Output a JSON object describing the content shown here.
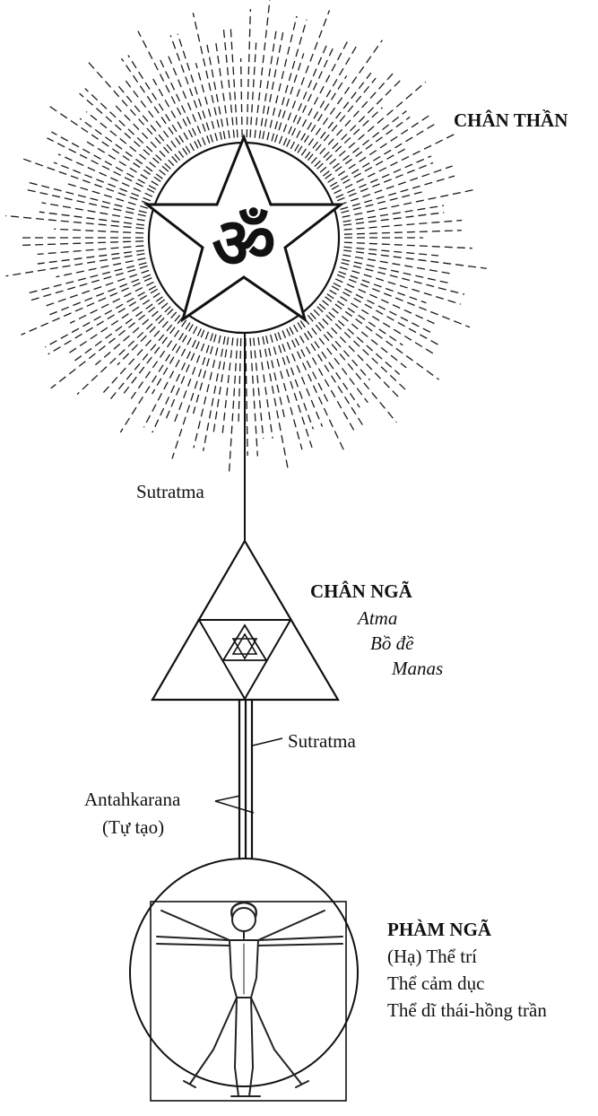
{
  "monad": {
    "title": "CHÂN THẦN",
    "symbol": "ॐ",
    "symbol_name": "om-symbol"
  },
  "sutratma_upper": "Sutratma",
  "soul": {
    "title": "CHÂN NGÃ",
    "aspects": [
      "Atma",
      "Bồ đề",
      "Manas"
    ]
  },
  "sutratma_lower": "Sutratma",
  "antahkarana": {
    "label": "Antahkarana",
    "note": "(Tự tạo)"
  },
  "personality": {
    "title": "PHÀM NGÃ",
    "bodies": [
      "(Hạ) Thể trí",
      "Thể cảm dục",
      "Thể dĩ thái-hồng trần"
    ]
  },
  "figure": {
    "icon": "vitruvian-man-icon"
  },
  "colors": {
    "ink": "#111111",
    "ray": "#1a1a1a",
    "background": "#ffffff"
  }
}
